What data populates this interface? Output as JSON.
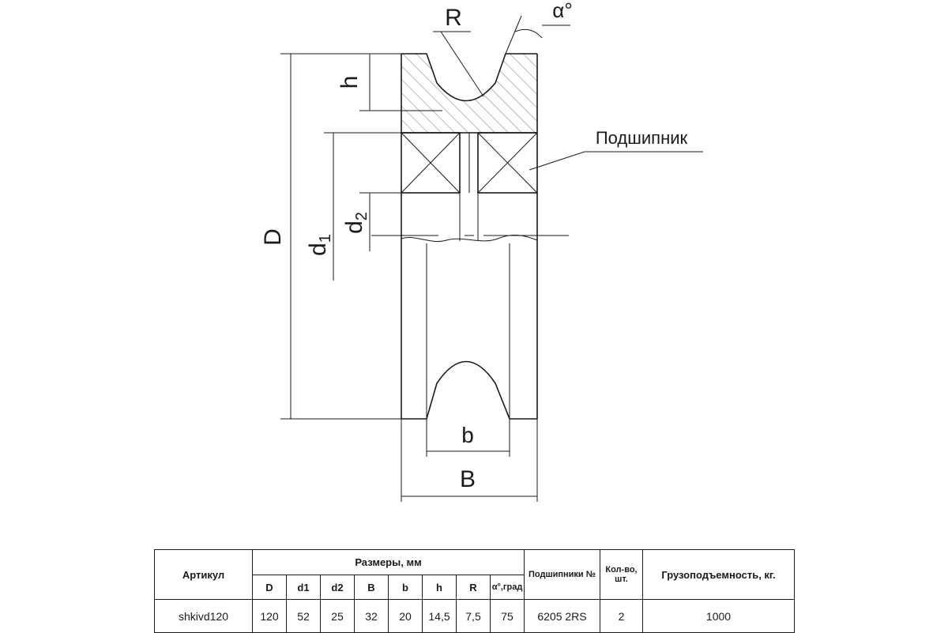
{
  "drawing": {
    "labels": {
      "R": "R",
      "alpha": "α°",
      "h": "h",
      "D": "D",
      "d1": "d",
      "d1_sub": "1",
      "d2": "d",
      "d2_sub": "2",
      "b": "b",
      "B": "B",
      "bearing": "Подшипник"
    }
  },
  "table": {
    "headers": {
      "article": "Артикул",
      "dimensions": "Размеры, мм",
      "bearings": "Подшипники №",
      "qty": "Кол-во, шт.",
      "capacity": "Грузоподъемность, кг."
    },
    "dim_cols": {
      "D": "D",
      "d1": "d1",
      "d2": "d2",
      "B": "B",
      "b": "b",
      "h": "h",
      "R": "R",
      "alpha": "α°,град"
    },
    "row": {
      "article": "shkivd120",
      "D": "120",
      "d1": "52",
      "d2": "25",
      "B": "32",
      "b": "20",
      "h": "14,5",
      "R": "7,5",
      "alpha": "75",
      "bearing": "6205 2RS",
      "qty": "2",
      "capacity": "1000"
    }
  }
}
